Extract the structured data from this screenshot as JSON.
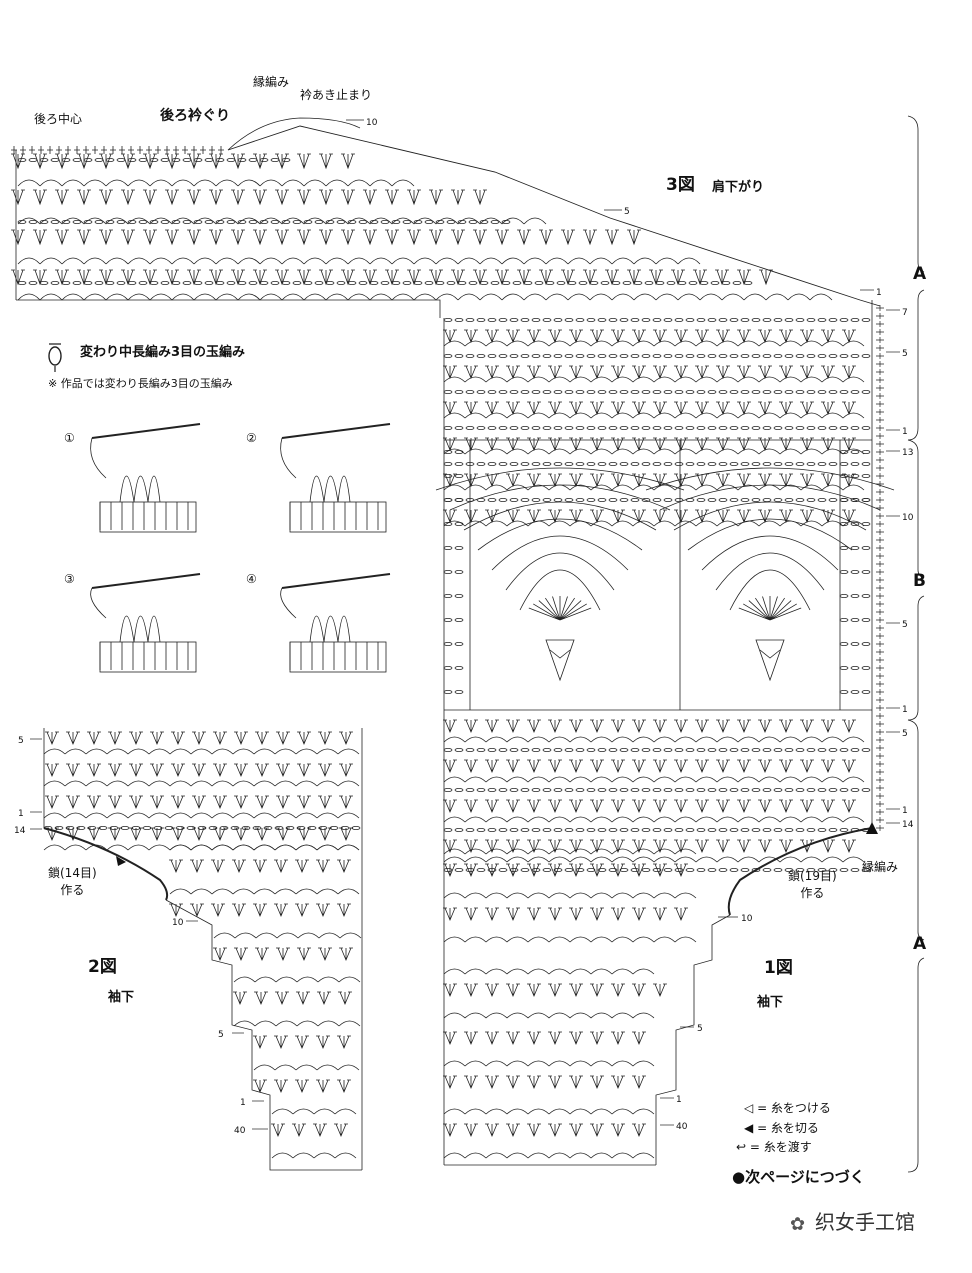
{
  "labels": {
    "back_center": "後ろ中心",
    "back_neckline": "後ろ衿ぐり",
    "edging_top": "縁編み",
    "neck_opening_stop": "衿あき止まり",
    "fig3_title": "3図",
    "fig3_sub": "肩下がり",
    "fig2_title": "2図",
    "fig2_sub": "袖下",
    "fig1_title": "1図",
    "fig1_sub": "袖下",
    "chain14": "鎖(14目)\n作る",
    "chain19": "鎖(19目)\n作る",
    "edging_right": "縁編み",
    "continued": "●次ページにつづく",
    "watermark": "织女手工馆"
  },
  "stitch_note": {
    "title": "変わり中長編み3目の玉編み",
    "note": "※ 作品では変わり長編み3目の玉編み",
    "steps": [
      "①",
      "②",
      "③",
      "④"
    ]
  },
  "sections": [
    "A",
    "B",
    "A"
  ],
  "row_markers": {
    "top": [
      "10",
      "5",
      "1"
    ],
    "right_side": [
      "7",
      "5",
      "1",
      "13",
      "10",
      "5",
      "1",
      "5",
      "1",
      "14"
    ],
    "fig2_left": [
      "5",
      "1",
      "14",
      "10",
      "5",
      "1",
      "40"
    ],
    "fig1_bottom": [
      "10",
      "5",
      "1",
      "40"
    ]
  },
  "legend": [
    {
      "symbol": "◁",
      "text": "= 糸をつける"
    },
    {
      "symbol": "◀",
      "text": "= 糸を切る"
    },
    {
      "symbol": "↩",
      "text": "= 糸を渡す"
    }
  ]
}
